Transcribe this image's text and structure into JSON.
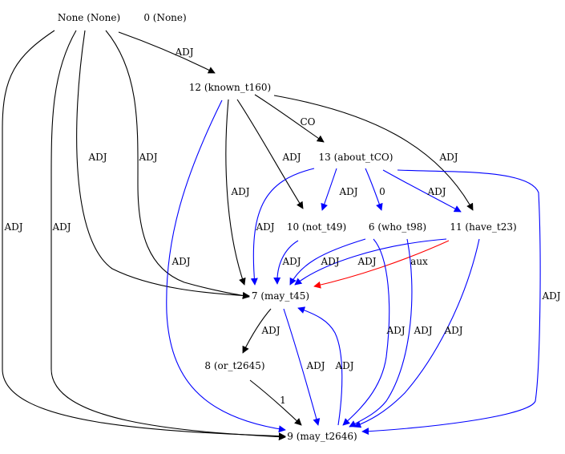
{
  "colors": {
    "black": "#000000",
    "blue": "#0000ff",
    "red": "#ff0000"
  },
  "nodes": [
    {
      "id": "none",
      "label": "None (None)"
    },
    {
      "id": "n0",
      "label": "0 (None)"
    },
    {
      "id": "n12",
      "label": "12 (known_t160)"
    },
    {
      "id": "n13",
      "label": "13 (about_tCO)"
    },
    {
      "id": "n10",
      "label": "10 (not_t49)"
    },
    {
      "id": "n6",
      "label": "6 (who_t98)"
    },
    {
      "id": "n11",
      "label": "11 (have_t23)"
    },
    {
      "id": "n7",
      "label": "7 (may_t45)"
    },
    {
      "id": "n8",
      "label": "8 (or_t2645)"
    },
    {
      "id": "n9",
      "label": "9 (may_t2646)"
    }
  ],
  "edges": [
    {
      "id": "e-none-12",
      "from": "None (None)",
      "to": "12 (known_t160)",
      "label": "ADJ",
      "color": "black"
    },
    {
      "id": "e-none-7a",
      "from": "None (None)",
      "to": "7 (may_t45)",
      "label": "ADJ",
      "color": "black"
    },
    {
      "id": "e-none-7b",
      "from": "None (None)",
      "to": "7 (may_t45)",
      "label": "ADJ",
      "color": "black"
    },
    {
      "id": "e-none-9a",
      "from": "None (None)",
      "to": "9 (may_t2646)",
      "label": "ADJ",
      "color": "black"
    },
    {
      "id": "e-none-9b",
      "from": "None (None)",
      "to": "9 (may_t2646)",
      "label": "ADJ",
      "color": "black"
    },
    {
      "id": "e-12-13",
      "from": "12 (known_t160)",
      "to": "13 (about_tCO)",
      "label": "CO",
      "color": "black"
    },
    {
      "id": "e-12-10",
      "from": "12 (known_t160)",
      "to": "10 (not_t49)",
      "label": "ADJ",
      "color": "black"
    },
    {
      "id": "e-12-11",
      "from": "12 (known_t160)",
      "to": "11 (have_t23)",
      "label": "ADJ",
      "color": "black"
    },
    {
      "id": "e-12-7",
      "from": "12 (known_t160)",
      "to": "7 (may_t45)",
      "label": "ADJ",
      "color": "black"
    },
    {
      "id": "e-12-9",
      "from": "12 (known_t160)",
      "to": "9 (may_t2646)",
      "label": "ADJ",
      "color": "blue"
    },
    {
      "id": "e-13-10",
      "from": "13 (about_tCO)",
      "to": "10 (not_t49)",
      "label": "ADJ",
      "color": "blue"
    },
    {
      "id": "e-13-6",
      "from": "13 (about_tCO)",
      "to": "6 (who_t98)",
      "label": "0",
      "color": "blue"
    },
    {
      "id": "e-13-11",
      "from": "13 (about_tCO)",
      "to": "11 (have_t23)",
      "label": "ADJ",
      "color": "blue"
    },
    {
      "id": "e-13-7",
      "from": "13 (about_tCO)",
      "to": "7 (may_t45)",
      "label": "ADJ",
      "color": "blue"
    },
    {
      "id": "e-13-9",
      "from": "13 (about_tCO)",
      "to": "9 (may_t2646)",
      "label": "ADJ",
      "color": "blue"
    },
    {
      "id": "e-10-7",
      "from": "10 (not_t49)",
      "to": "7 (may_t45)",
      "label": "ADJ",
      "color": "blue"
    },
    {
      "id": "e-6-7",
      "from": "6 (who_t98)",
      "to": "7 (may_t45)",
      "label": "ADJ",
      "color": "blue"
    },
    {
      "id": "e-11-7a",
      "from": "11 (have_t23)",
      "to": "7 (may_t45)",
      "label": "ADJ",
      "color": "blue"
    },
    {
      "id": "e-11-7b",
      "from": "11 (have_t23)",
      "to": "7 (may_t45)",
      "label": "aux",
      "color": "red"
    },
    {
      "id": "e-6-9a",
      "from": "6 (who_t98)",
      "to": "9 (may_t2646)",
      "label": "ADJ",
      "color": "blue"
    },
    {
      "id": "e-6-9b",
      "from": "6 (who_t98)",
      "to": "9 (may_t2646)",
      "label": "ADJ",
      "color": "blue"
    },
    {
      "id": "e-11-9",
      "from": "11 (have_t23)",
      "to": "9 (may_t2646)",
      "label": "ADJ",
      "color": "blue"
    },
    {
      "id": "e-7-8",
      "from": "7 (may_t45)",
      "to": "8 (or_t2645)",
      "label": "ADJ",
      "color": "black"
    },
    {
      "id": "e-7-9",
      "from": "7 (may_t45)",
      "to": "9 (may_t2646)",
      "label": "ADJ",
      "color": "blue"
    },
    {
      "id": "e-9-7",
      "from": "9 (may_t2646)",
      "to": "7 (may_t45)",
      "label": "ADJ",
      "color": "blue"
    },
    {
      "id": "e-8-9",
      "from": "8 (or_t2645)",
      "to": "9 (may_t2646)",
      "label": "1",
      "color": "black"
    }
  ]
}
